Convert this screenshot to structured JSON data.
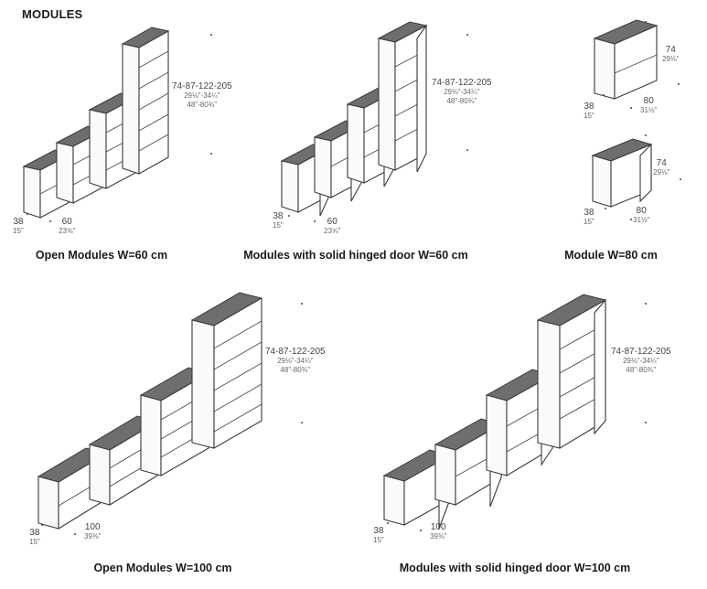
{
  "heading": "MODULES",
  "panels": [
    {
      "caption": "Open Modules W=60 cm",
      "height_main": "74-87-122-205",
      "height_sub": "29⅛\"-34¼\"",
      "height_sub2": "48\"-80¾\"",
      "depth_main": "38",
      "depth_sub": "15\"",
      "width_main": "60",
      "width_sub": "23⅝\""
    },
    {
      "caption": "Modules with solid hinged door W=60 cm",
      "height_main": "74-87-122-205",
      "height_sub": "29⅛\"-34¼\"",
      "height_sub2": "48\"-80¾\"",
      "depth_main": "38",
      "depth_sub": "15\"",
      "width_main": "60",
      "width_sub": "23⅝\""
    },
    {
      "caption": "Module W=80 cm",
      "open": {
        "height_main": "74",
        "height_sub": "29⅛\"",
        "depth_main": "38",
        "depth_sub": "15\"",
        "width_main": "80",
        "width_sub": "31½\""
      },
      "door": {
        "height_main": "74",
        "height_sub": "29⅛\"",
        "depth_main": "38",
        "depth_sub": "15\"",
        "width_main": "80",
        "width_sub": "31½\""
      }
    },
    {
      "caption": "Open Modules W=100 cm",
      "height_main": "74-87-122-205",
      "height_sub": "29⅛\"-34¼\"",
      "height_sub2": "48\"-80¾\"",
      "depth_main": "38",
      "depth_sub": "15\"",
      "width_main": "100",
      "width_sub": "39⅜\""
    },
    {
      "caption": "Modules with solid hinged door W=100 cm",
      "height_main": "74-87-122-205",
      "height_sub": "29⅛\"-34¼\"",
      "height_sub2": "48\"-80¾\"",
      "depth_main": "38",
      "depth_sub": "15\"",
      "width_main": "100",
      "width_sub": "39⅜\""
    }
  ]
}
